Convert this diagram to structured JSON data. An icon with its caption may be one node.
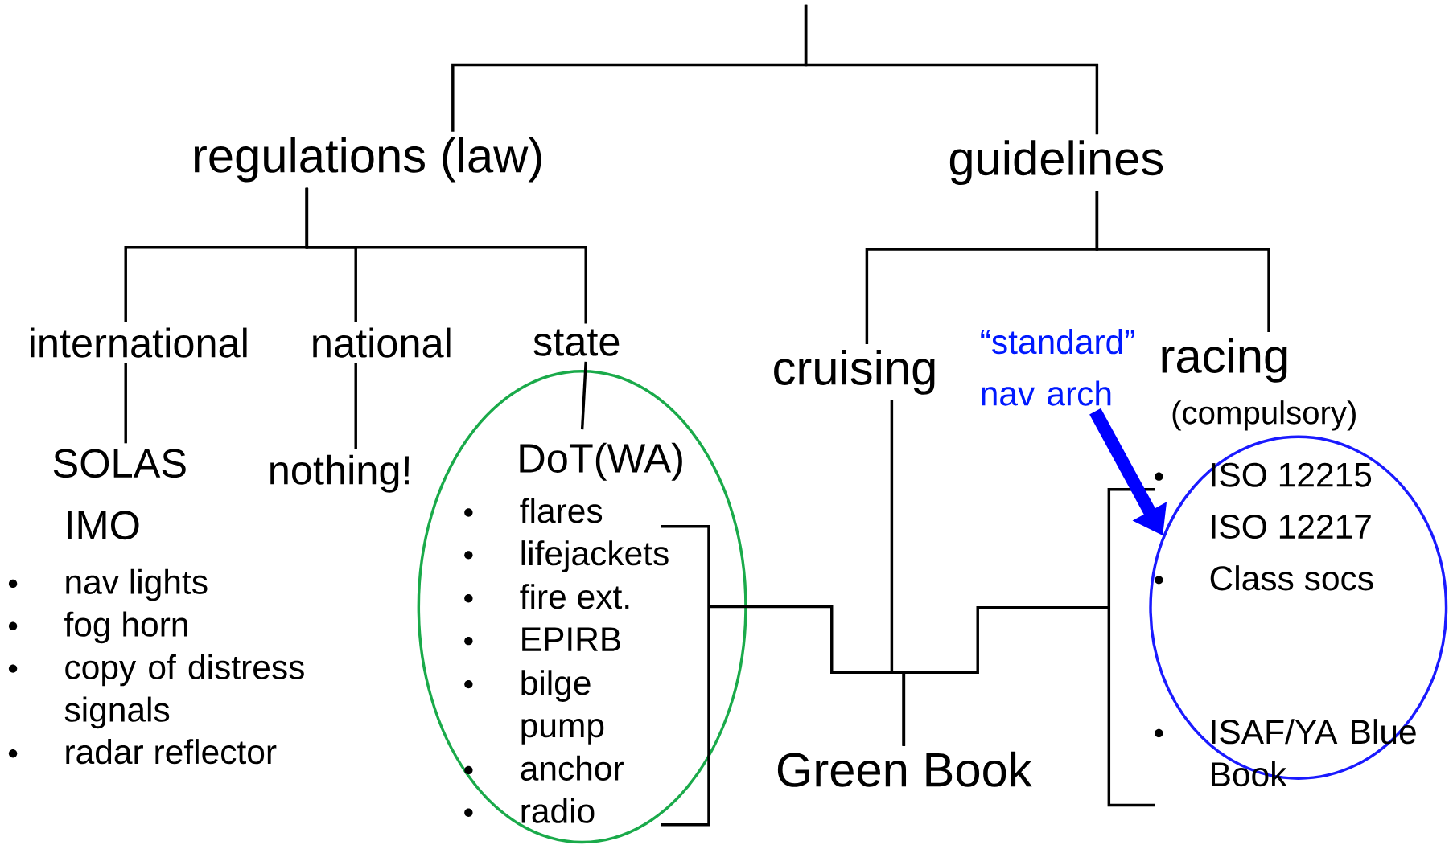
{
  "diagram": {
    "nodes": [
      {
        "text": [
          "regulations (law)"
        ]
      },
      {
        "text": [
          "guidelines"
        ]
      },
      {
        "text": [
          "international"
        ]
      },
      {
        "text": [
          "national"
        ]
      },
      {
        "text": [
          "state"
        ]
      },
      {
        "text": [
          "SOLAS",
          "IMO"
        ]
      },
      {
        "text": [
          "nothing!"
        ]
      },
      {
        "text": [
          "DoT(WA)",
          "flares",
          "lifejackets",
          "fire ext.",
          "EPIRB",
          "bilge pump",
          "anchor",
          "radio"
        ]
      },
      {
        "text": [
          "cruising"
        ]
      },
      {
        "text": [
          "“standard” nav arch"
        ]
      },
      {
        "text": [
          "racing",
          "(compulsory)"
        ]
      },
      {
        "text": [
          "ISO 12215",
          "ISO 12217",
          "Class socs",
          "ISAF/YA Blue Book"
        ]
      },
      {
        "text": [
          "Green Book"
        ]
      }
    ],
    "edges": [
      {
        "from": null,
        "to": 0,
        "arrow": "none"
      },
      {
        "from": null,
        "to": 1,
        "arrow": "none"
      },
      {
        "from": 0,
        "to": 2,
        "arrow": "none"
      },
      {
        "from": 0,
        "to": 3,
        "arrow": "none"
      },
      {
        "from": 0,
        "to": 4,
        "arrow": "none"
      },
      {
        "from": 1,
        "to": 8,
        "arrow": "none"
      },
      {
        "from": 1,
        "to": 10,
        "arrow": "none"
      },
      {
        "from": 2,
        "to": 5,
        "arrow": "none"
      },
      {
        "from": 3,
        "to": 6,
        "arrow": "none"
      },
      {
        "from": 4,
        "to": 7,
        "arrow": "none"
      },
      {
        "from": 7,
        "to": 12,
        "arrow": "none"
      },
      {
        "from": 8,
        "to": 12,
        "arrow": "none"
      },
      {
        "from": 11,
        "to": 12,
        "arrow": "none"
      },
      {
        "from": 9,
        "to": 11,
        "arrow": "to",
        "style": "thick",
        "color": "#0000ff"
      }
    ],
    "labels": [
      "nav lights",
      "fog horn",
      "copy of distress signals",
      "radar reflector"
    ]
  }
}
